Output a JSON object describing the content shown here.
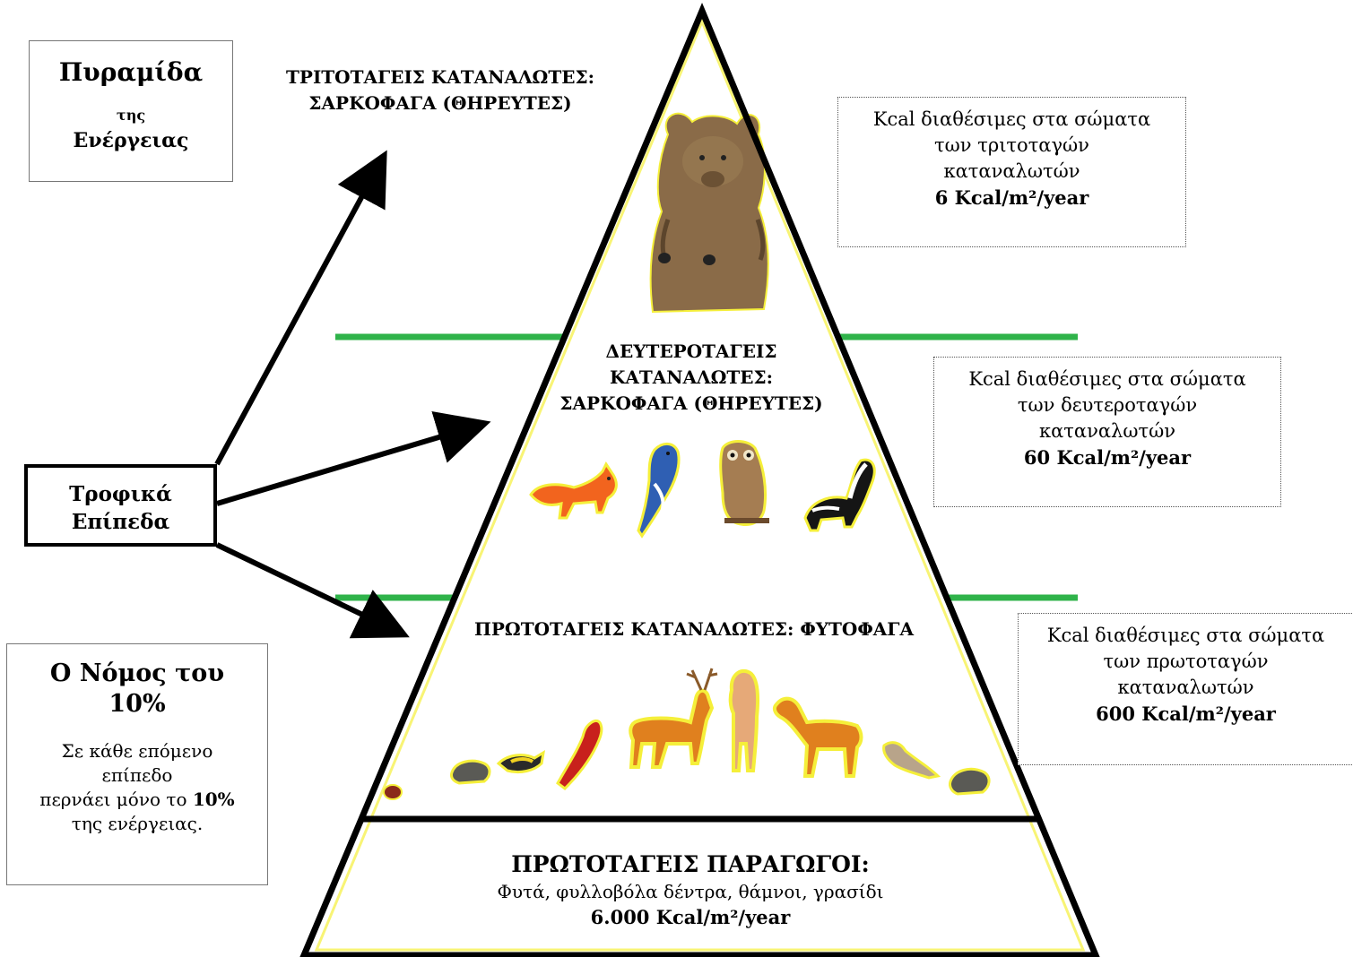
{
  "title": {
    "line1": "Πυραμίδα",
    "line2": "της",
    "line3": "Ενέργειας"
  },
  "trophic_label": {
    "line1": "Τροφικά",
    "line2": "Επίπεδα"
  },
  "law": {
    "heading_line1": "Ο Νόμος του",
    "heading_line2": "10%",
    "text_line1": "Σε κάθε επόμενο",
    "text_line2": "επίπεδο",
    "text_line3_prefix": "περνάει μόνο το ",
    "text_line3_bold": "10%",
    "text_line4": "της ενέργειας."
  },
  "levels": {
    "tertiary": {
      "line1": "ΤΡΙΤΟΤΑΓΕΙΣ ΚΑΤΑΝΑΛΩΤΕΣ:",
      "line2": "ΣΑΡΚΟΦΑΓΑ (ΘΗΡΕΥΤΕΣ)"
    },
    "secondary": {
      "line1": "ΔΕΥΤΕΡΟΤΑΓΕΙΣ",
      "line2": "ΚΑΤΑΝΑΛΩΤΕΣ:",
      "line3": "ΣΑΡΚΟΦΑΓΑ (ΘΗΡΕΥΤΕΣ)"
    },
    "primary": {
      "line1": "ΠΡΩΤΟΤΑΓΕΙΣ ΚΑΤΑΝΑΛΩΤΕΣ: ΦΥΤΟΦΑΓΑ"
    },
    "producers": {
      "heading": "ΠΡΩΤΟΤΑΓΕΙΣ ΠΑΡΑΓΩΓΟΙ:",
      "desc": "Φυτά, φυλλοβόλα δέντρα, θάμνοι, γρασίδι",
      "value": "6.000 Kcal/m²/year"
    }
  },
  "kcal_boxes": [
    {
      "line1": "Kcal διαθέσιμες στα σώματα",
      "line2": "των τριτοταγών",
      "line3": "καταναλωτών",
      "value": "6 Kcal/m²/year"
    },
    {
      "line1": "Kcal διαθέσιμες στα σώματα",
      "line2": "των δευτεροταγών",
      "line3": "καταναλωτών",
      "value": "60 Kcal/m²/year"
    },
    {
      "line1": "Kcal διαθέσιμες στα σώματα",
      "line2": "των πρωτοταγών",
      "line3": "καταναλωτών",
      "value": "600 Kcal/m²/year"
    }
  ],
  "colors": {
    "divider": "#2fb34a",
    "outline": "#000000",
    "highlight": "#f5ef3a"
  },
  "images": {
    "tertiary": [
      "bear-icon"
    ],
    "secondary": [
      "fox-icon",
      "blue-jay-icon",
      "owl-icon",
      "skunk-icon"
    ],
    "primary": [
      "beetle-icon",
      "mouse-icon",
      "bird-icon",
      "cardinal-icon",
      "deer-icon",
      "deer-icon",
      "deer-icon",
      "sparrow-icon",
      "mouse-icon"
    ]
  }
}
